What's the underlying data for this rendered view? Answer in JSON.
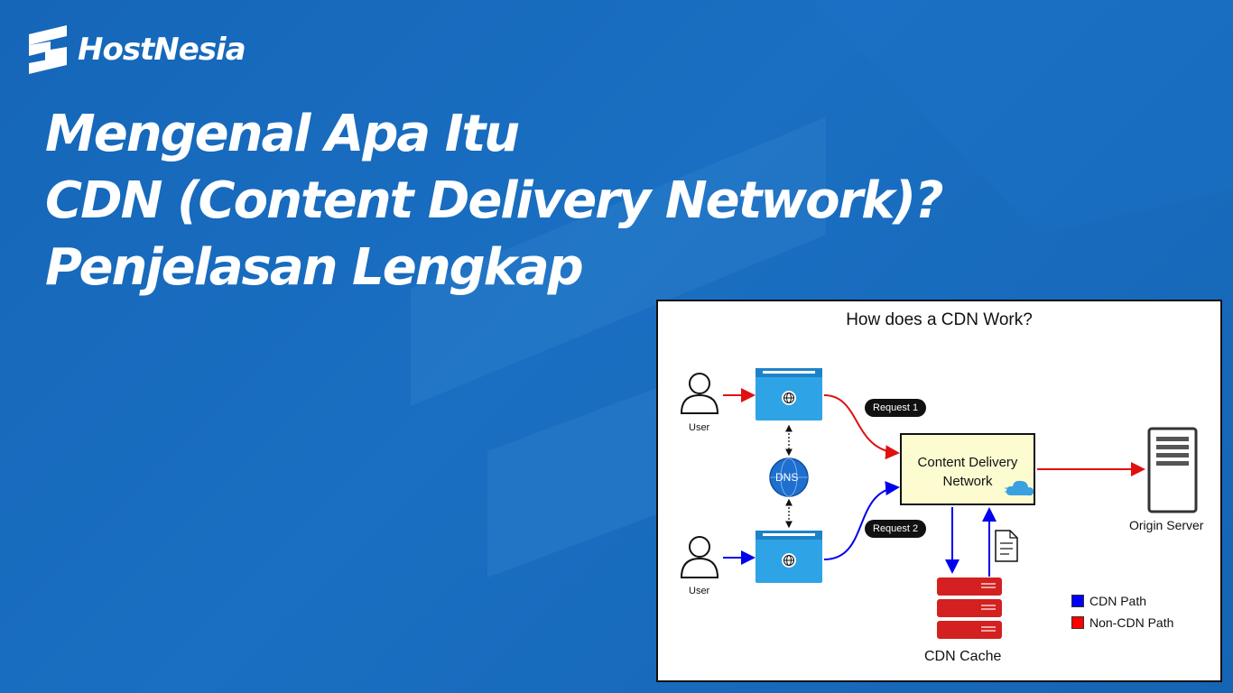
{
  "brand": {
    "name": "HostNesia"
  },
  "headline": {
    "line1": "Mengenal Apa Itu",
    "line2": "CDN (Content Delivery Network)?",
    "line3": "Penjelasan Lengkap"
  },
  "diagram": {
    "title": "How does a CDN Work?",
    "user_top_label": "User",
    "user_bottom_label": "User",
    "dns_label": "DNS",
    "request1_label": "Request 1",
    "request2_label": "Request 2",
    "cdn_line1": "Content Delivery",
    "cdn_line2": "Network",
    "origin_label": "Origin Server",
    "cache_label": "CDN Cache",
    "legend": [
      {
        "label": "CDN Path",
        "color": "#0000ff"
      },
      {
        "label": "Non-CDN Path",
        "color": "#ff0000"
      }
    ]
  },
  "colors": {
    "background": "#1a6fc2",
    "browser_blue": "#2ea3e6",
    "cdn_path": "#0000ff",
    "non_cdn_path": "#e01010",
    "cache_red": "#d42020",
    "cdn_box_fill": "#fdfbd0"
  }
}
